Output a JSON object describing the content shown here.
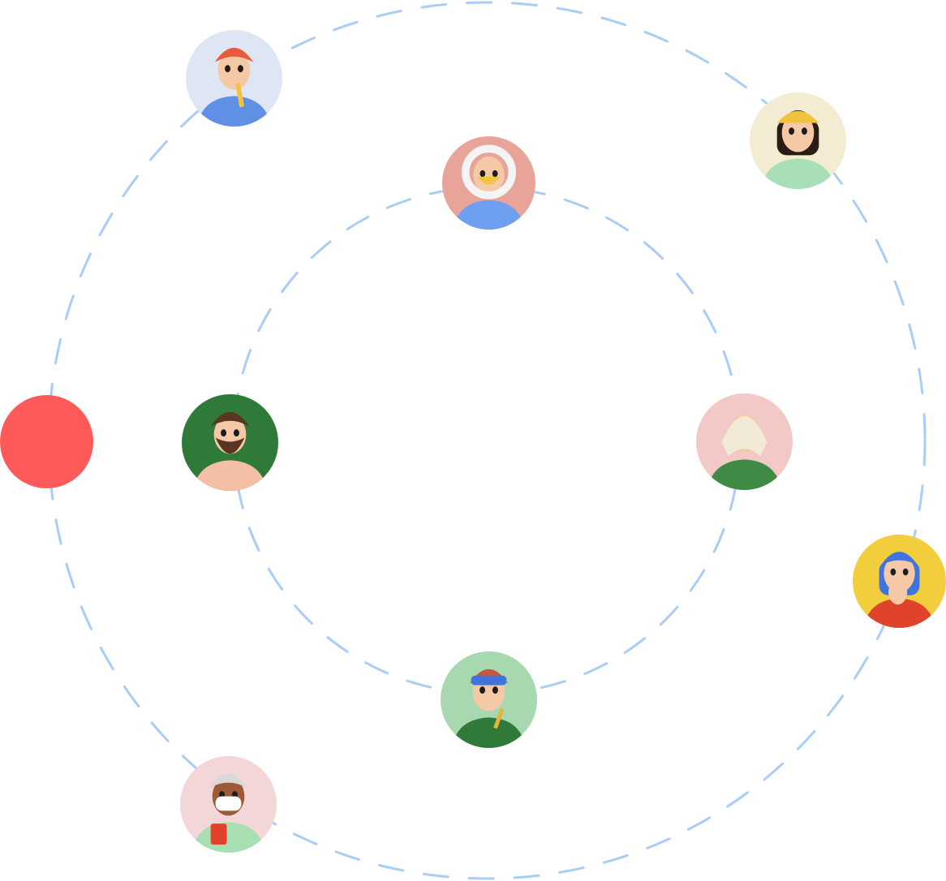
{
  "colors": {
    "orbit": "#a9cdf7",
    "accent_dot": "#ff5a5a",
    "skin": "#f6c9a6",
    "skin_dark": "#9c5a36",
    "eye": "#1d1d1d",
    "white": "#ffffff"
  },
  "avatars": [
    {
      "icon": "person-pencil-icon",
      "bg": "#dfe6f3",
      "shirt": "#5f90e6",
      "hair": "#e85a3c",
      "accessory": "pencil"
    },
    {
      "icon": "person-skateboard-icon",
      "bg": "#f3ecd2",
      "shirt": "#a9dfb6",
      "hair": "#2a1c16",
      "accessory": "helmet"
    },
    {
      "icon": "person-parka-icon",
      "bg": "#e9a49a",
      "shirt": "#6f9ff0",
      "hair": "#3d6fd9",
      "accessory": "hood"
    },
    {
      "icon": "person-tattoo-icon",
      "bg": "#2f7a38",
      "shirt": "#f3c0a6",
      "hair": "#5a3524",
      "accessory": "beard"
    },
    {
      "icon": "person-hijab-icon",
      "bg": "#f2c9c6",
      "shirt": "#3f8a45",
      "hair": "#f1ead6",
      "accessory": "hijab"
    },
    {
      "icon": "person-blue-hair-icon",
      "bg": "#f2cd3c",
      "shirt": "#e0432c",
      "hair": "#3f74de",
      "accessory": "hand"
    },
    {
      "icon": "person-welder-icon",
      "bg": "#a7d8b0",
      "shirt": "#2f7a38",
      "hair": "#c8583d",
      "accessory": "visor"
    },
    {
      "icon": "person-nurse-icon",
      "bg": "#f3d6d8",
      "shirt": "#a7dfb2",
      "hair": "#d9d9d9",
      "accessory": "mask"
    }
  ]
}
